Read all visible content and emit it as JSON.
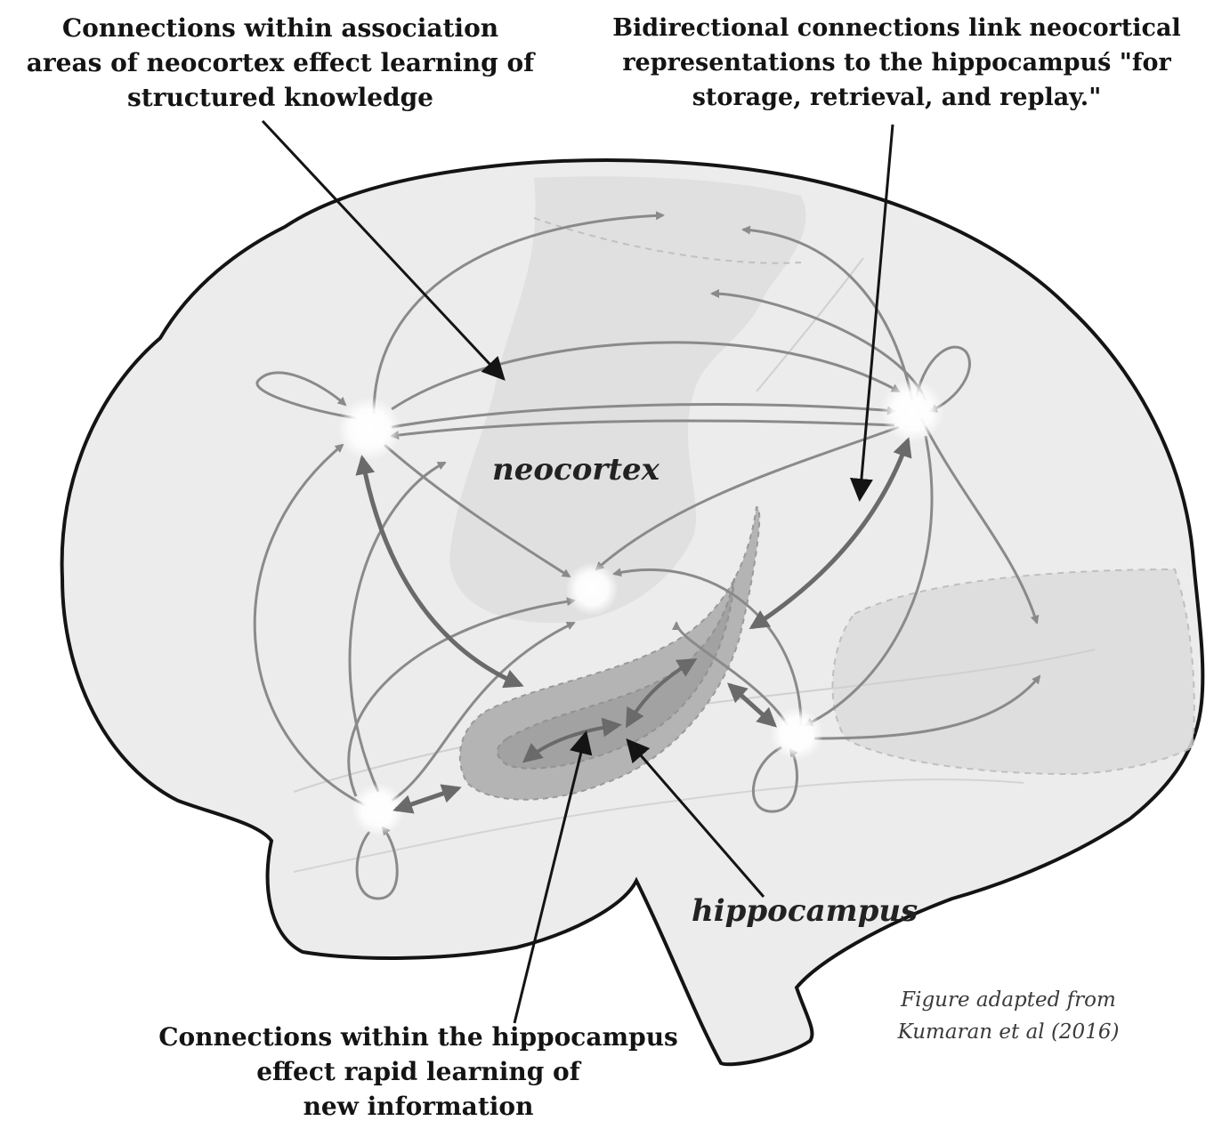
{
  "captions": {
    "top_left": [
      "Connections within association",
      "areas of neocortex effect learning of",
      "structured knowledge"
    ],
    "top_right": [
      "Bidirectional connections link neocortical",
      "representations to the hippocampuś \"for",
      "storage, retrieval, and replay.\""
    ],
    "bottom": [
      "Connections within the hippocampus",
      "effect rapid learning of",
      "new information"
    ]
  },
  "labels": {
    "neocortex": "neocortex",
    "hippocampus": "hippocampus"
  },
  "credit": [
    "Figure adapted from",
    "Kumaran et al (2016)"
  ],
  "colors": {
    "brain_fill": "#ececec",
    "brain_outline": "#141414",
    "region_shade": "#dcdcdc",
    "hippocampus_outer": "#b4b4b4",
    "hippocampus_inner": "#a2a2a2",
    "connection_arrow": "#8a8a8a",
    "bidirectional_arrow": "#6a6a6a",
    "callout_arrow": "#141414"
  }
}
